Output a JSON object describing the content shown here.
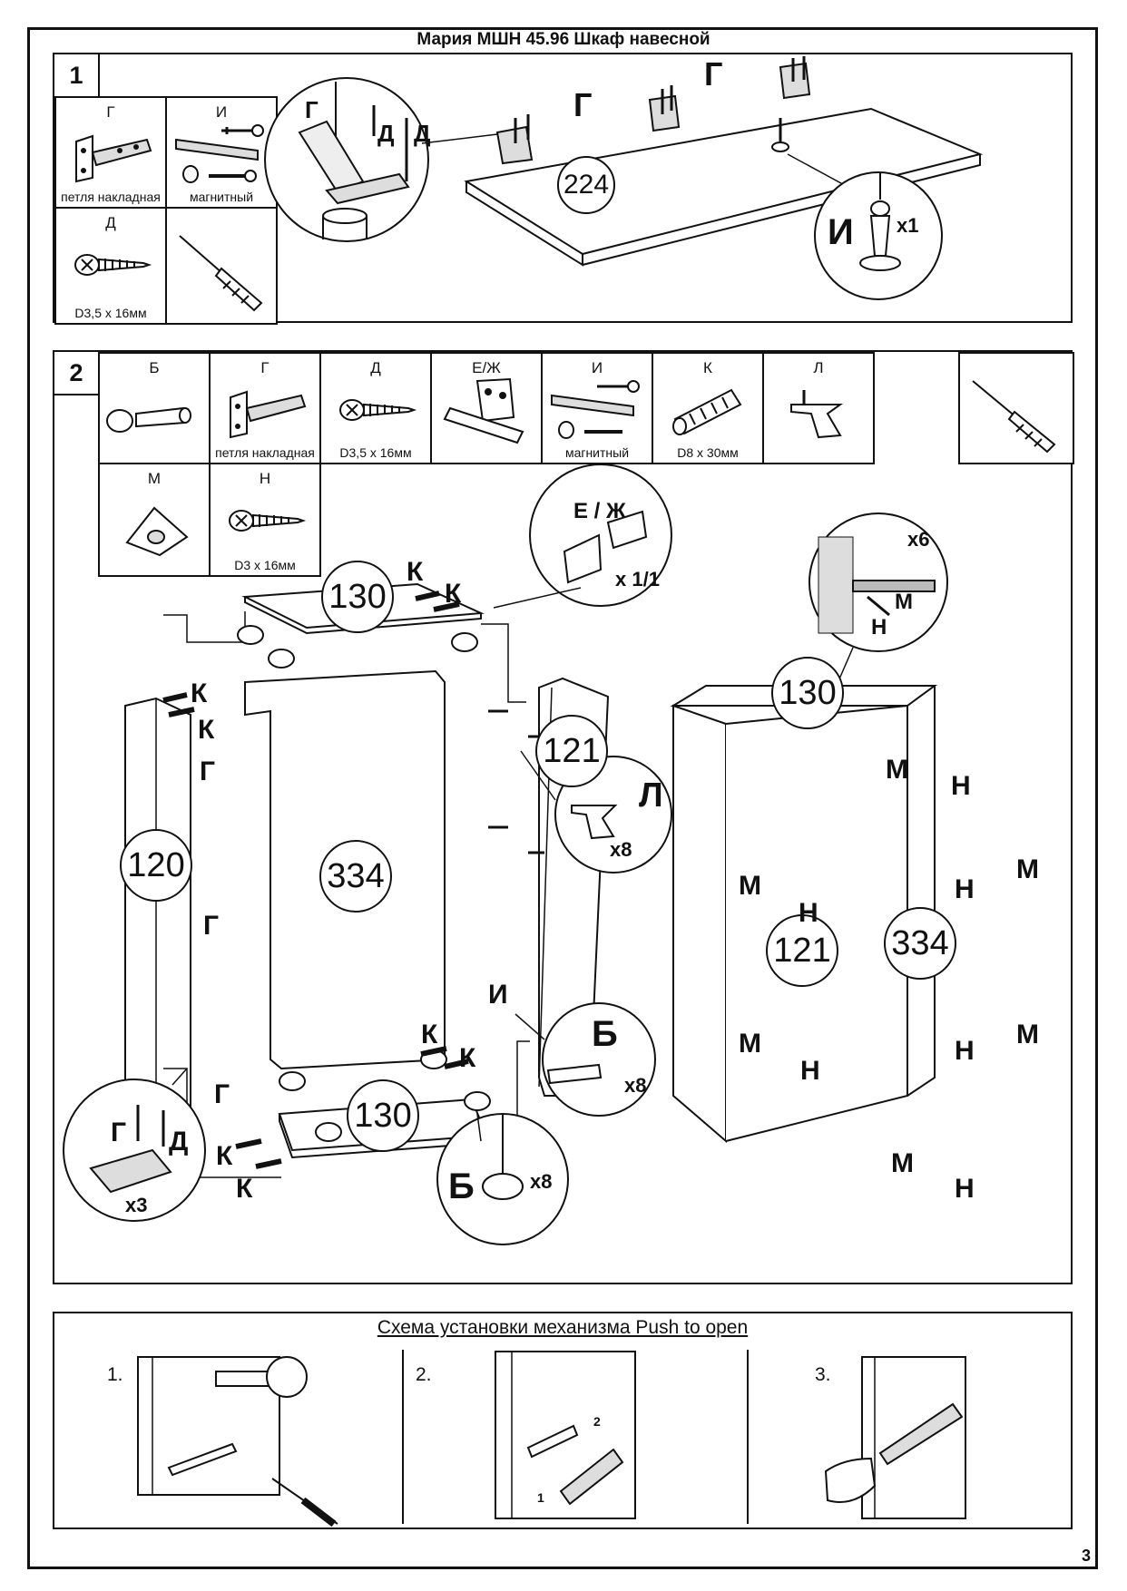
{
  "document": {
    "title": "Мария МШН 45.96 Шкаф навесной",
    "page_number": "3"
  },
  "step1": {
    "number": "1",
    "parts": {
      "g": {
        "letter": "Г",
        "caption": "петля накладная"
      },
      "i": {
        "letter": "И",
        "caption": "магнитный"
      },
      "d": {
        "letter": "Д",
        "caption": "D3,5 х 16мм"
      }
    },
    "panel_number": "224",
    "callouts": {
      "g1": "Г",
      "g2": "Г",
      "g3": "Г",
      "d1": "Д",
      "d2": "Д",
      "i": "И"
    },
    "qty_i": "x1"
  },
  "step2": {
    "number": "2",
    "parts": {
      "b": {
        "letter": "Б",
        "caption": ""
      },
      "g": {
        "letter": "Г",
        "caption": "петля накладная"
      },
      "d": {
        "letter": "Д",
        "caption": "D3,5 х 16мм"
      },
      "ezh": {
        "letter": "Е/Ж",
        "caption": ""
      },
      "i": {
        "letter": "И",
        "caption": "магнитный"
      },
      "k": {
        "letter": "К",
        "caption": "D8 х 30мм"
      },
      "l": {
        "letter": "Л",
        "caption": ""
      },
      "m": {
        "letter": "М",
        "caption": ""
      },
      "n": {
        "letter": "Н",
        "caption": "D3 х 16мм"
      }
    },
    "panels": {
      "top": "130",
      "bottom": "130",
      "left": "120",
      "right": "121",
      "back": "334",
      "assembled_top": "130",
      "assembled_side": "121",
      "assembled_back": "334"
    },
    "callouts": {
      "ezh_title": "Е / Ж",
      "ezh_qty": "x 1/1",
      "l_letter": "Л",
      "l_qty": "x8",
      "b_letter": "Б",
      "b_qty": "x8",
      "b2_letter": "Б",
      "b2_qty": "x8",
      "g_detail_g": "Г",
      "g_detail_d": "Д",
      "g_detail_qty": "x3",
      "mn_qty": "x6",
      "mn_m": "М",
      "mn_n": "Н",
      "i_letter": "И",
      "k_label": "К",
      "g_label": "Г",
      "m_label": "М",
      "n_label": "Н"
    }
  },
  "push_to_open": {
    "title": "Схема установки механизма Push to open",
    "step1": "1.",
    "step2": "2.",
    "step3": "3.",
    "arrow1": "1",
    "arrow2": "2"
  }
}
